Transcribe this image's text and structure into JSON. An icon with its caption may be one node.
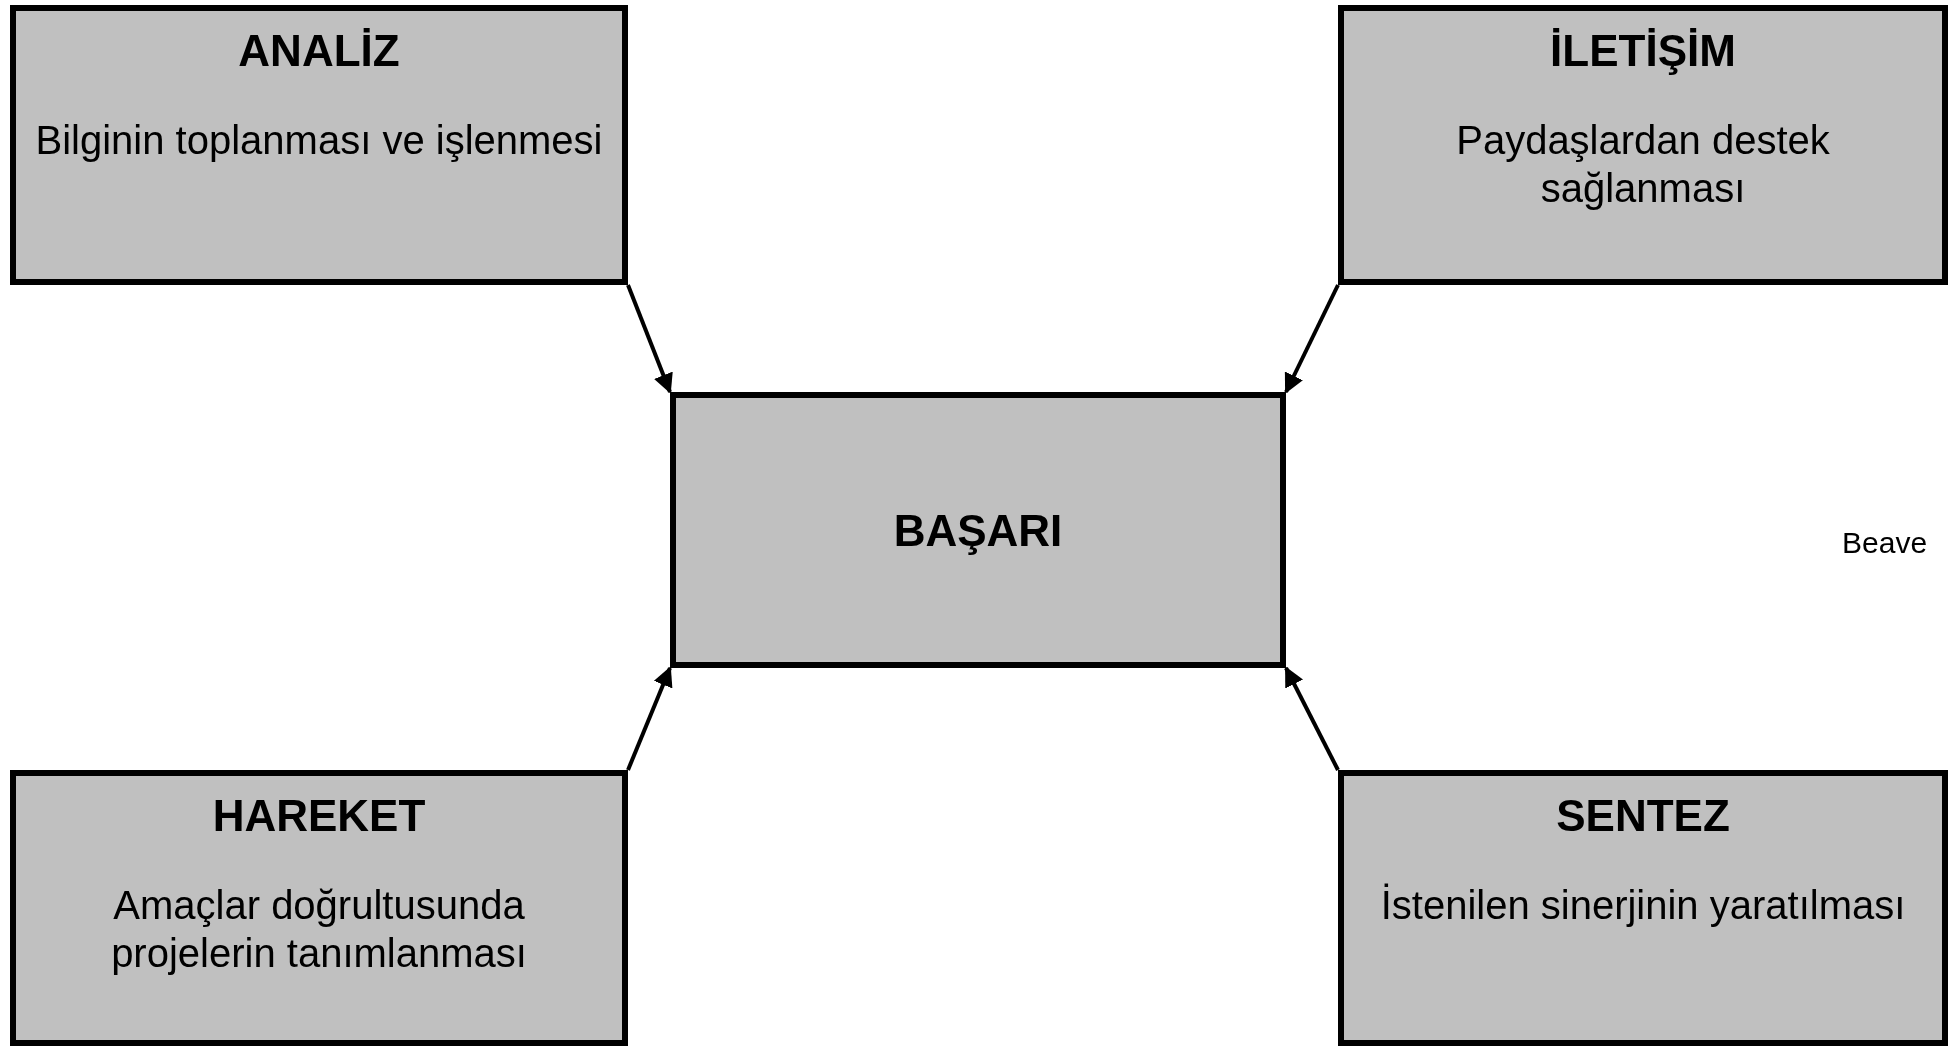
{
  "diagram": {
    "nodes": [
      {
        "text": [
          "ANALİZ",
          "Bilginin toplanması ve işlenmesi"
        ]
      },
      {
        "text": [
          "İLETİŞİM",
          "Paydaşlardan destek sağlanması"
        ]
      },
      {
        "text": [
          "BAŞARI"
        ]
      },
      {
        "text": [
          "HAREKET",
          "Amaçlar doğrultusunda projelerin tanımlanması"
        ]
      },
      {
        "text": [
          "SENTEZ",
          "İstenilen sinerjinin yaratılması"
        ]
      }
    ],
    "edges": [
      {
        "from": 0,
        "to": 2,
        "arrow": "to"
      },
      {
        "from": 1,
        "to": 2,
        "arrow": "to"
      },
      {
        "from": 3,
        "to": 2,
        "arrow": "to"
      },
      {
        "from": 4,
        "to": 2,
        "arrow": "to"
      }
    ],
    "labels": [
      "Beave"
    ]
  }
}
